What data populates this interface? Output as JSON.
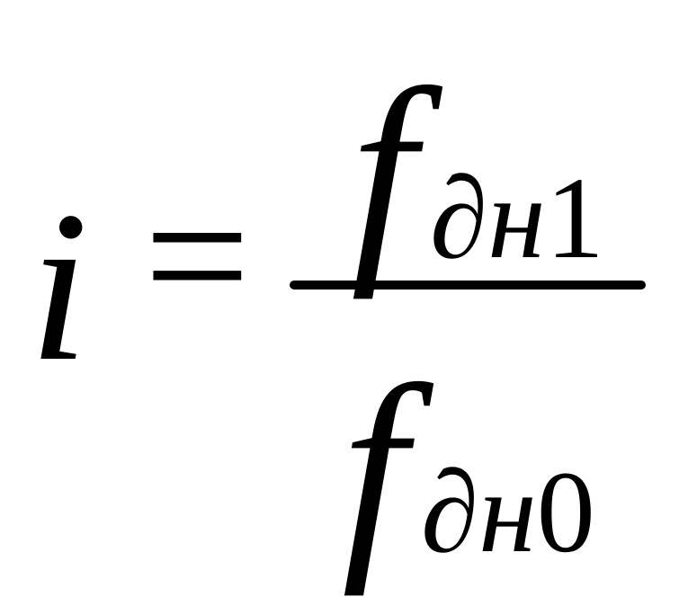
{
  "formula": {
    "lhs": "i",
    "equals": "=",
    "numerator": {
      "main": "f",
      "subscript_var": "∂н",
      "subscript_index": "1"
    },
    "denominator": {
      "main": "f",
      "subscript_var": "∂н",
      "subscript_index": "0"
    }
  }
}
